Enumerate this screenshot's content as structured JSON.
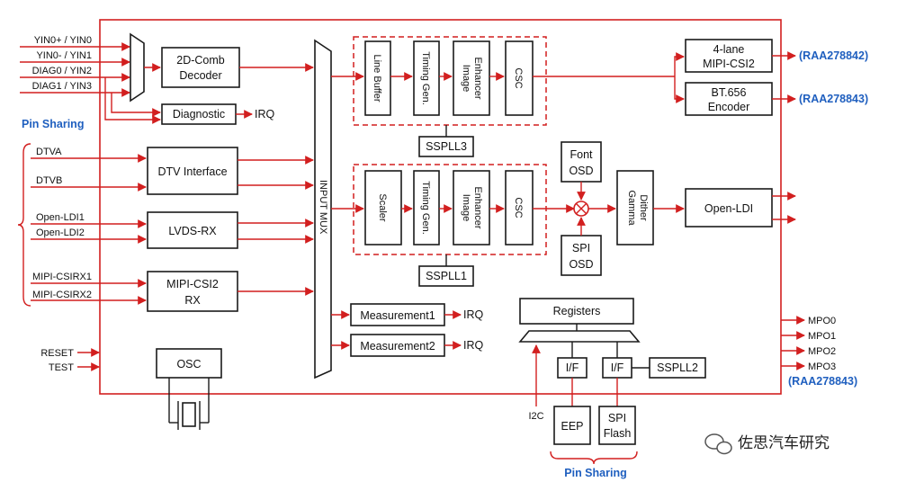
{
  "inputs": {
    "yin0p": "YIN0+ / YIN0",
    "yin0m": "YIN0- / YIN1",
    "diag0": "DIAG0 / YIN2",
    "diag1": "DIAG1 / YIN3",
    "dtva": "DTVA",
    "dtvb": "DTVB",
    "oldi1": "Open-LDI1",
    "oldi2": "Open-LDI2",
    "csi1": "MIPI-CSIRX1",
    "csi2": "MIPI-CSIRX2",
    "reset": "RESET",
    "test": "TEST"
  },
  "pin_sharing_left": "Pin Sharing",
  "pin_sharing_bottom": "Pin Sharing",
  "blocks": {
    "comb_1": "2D-Comb",
    "comb_2": "Decoder",
    "diagnostic": "Diagnostic",
    "irq": "IRQ",
    "dtv_interface": "DTV Interface",
    "lvds": "LVDS-RX",
    "csi_rx_1": "MIPI-CSI2",
    "csi_rx_2": "RX",
    "osc": "OSC",
    "mux": "INPUT MUX",
    "line_buffer": "Line Buffer",
    "timing_gen": "Timing Gen.",
    "image_1": "Image",
    "image_2": "Enhancer",
    "csc": "CSC",
    "scaler": "Scaler",
    "sspll3": "SSPLL3",
    "sspll1": "SSPLL1",
    "sspll2": "SSPLL2",
    "font_1": "Font",
    "font_2": "OSD",
    "spi_osd_1": "SPI",
    "spi_osd_2": "OSD",
    "gamma_1": "Gamma",
    "gamma_2": "Dither",
    "csi_tx_1": "4-lane",
    "csi_tx_2": "MIPI-CSI2",
    "bt_1": "BT.656",
    "bt_2": "Encoder",
    "open_ldi": "Open-LDI",
    "meas1": "Measurement1",
    "meas2": "Measurement2",
    "registers": "Registers",
    "if": "I/F",
    "eep": "EEP",
    "spi_flash_1": "SPI",
    "spi_flash_2": "Flash",
    "i2c": "I2C"
  },
  "outputs": {
    "raa1": "(RAA278842)",
    "raa2": "(RAA278843)",
    "mpo0": "MPO0",
    "mpo1": "MPO1",
    "mpo2": "MPO2",
    "mpo3": "MPO3",
    "raa3": "(RAA278843)"
  },
  "watermark": "佐思汽车研究"
}
